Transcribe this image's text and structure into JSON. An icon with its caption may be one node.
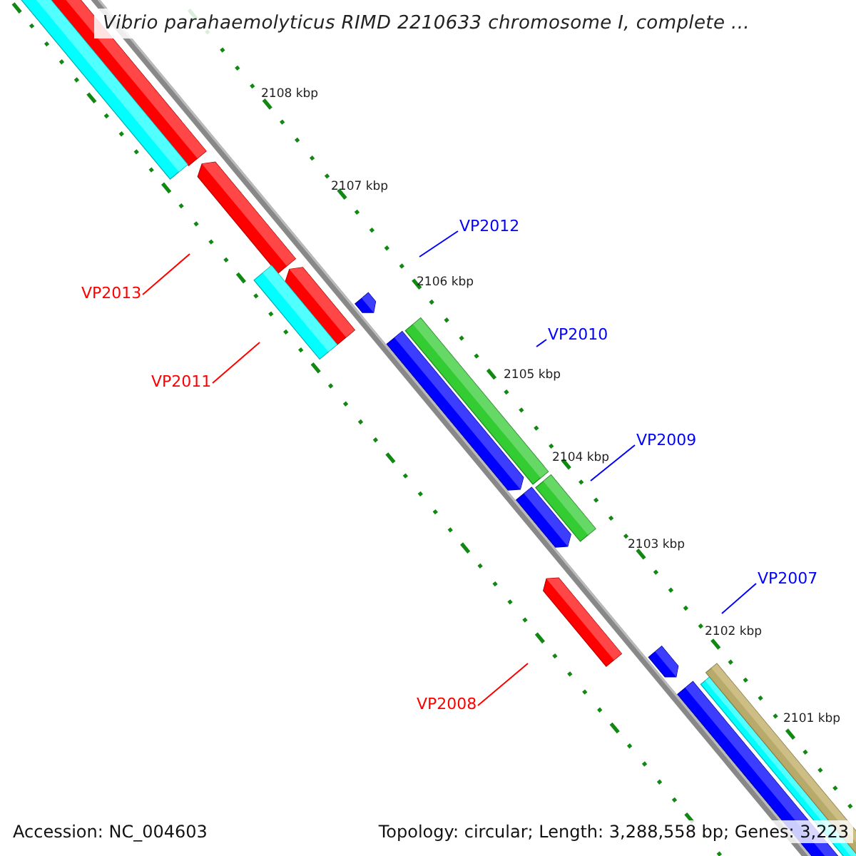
{
  "diagram": {
    "title": "Vibrio parahaemolyticus RIMD 2210633 chromosome I, complete ...",
    "nodes": [
      {
        "text": [
          "VP2012"
        ]
      },
      {
        "text": [
          "VP2013"
        ]
      },
      {
        "text": [
          "VP2010"
        ]
      },
      {
        "text": [
          "VP2011"
        ]
      },
      {
        "text": [
          "VP2009"
        ]
      },
      {
        "text": [
          "VP2007"
        ]
      },
      {
        "text": [
          "VP2008"
        ]
      }
    ],
    "edges": [
      {
        "from": 0,
        "to": null,
        "arrow": "none"
      },
      {
        "from": 1,
        "to": null,
        "arrow": "none",
        "color": "#ff0000"
      },
      {
        "from": 2,
        "to": null,
        "arrow": "none"
      },
      {
        "from": 3,
        "to": null,
        "arrow": "none",
        "color": "#ff0000"
      },
      {
        "from": 4,
        "to": null,
        "arrow": "none"
      },
      {
        "from": 5,
        "to": null,
        "arrow": "none"
      },
      {
        "from": 6,
        "to": null,
        "arrow": "none",
        "color": "#ff0000"
      }
    ],
    "labels": [
      "2108 kbp",
      "2107 kbp",
      "2106 kbp",
      "2105 kbp",
      "2104 kbp",
      "2103 kbp",
      "2102 kbp",
      "2101 kbp",
      "Accession: NC_004603",
      "Topology: circular; Length: 3,288,558 bp; Genes: 3,223"
    ]
  }
}
